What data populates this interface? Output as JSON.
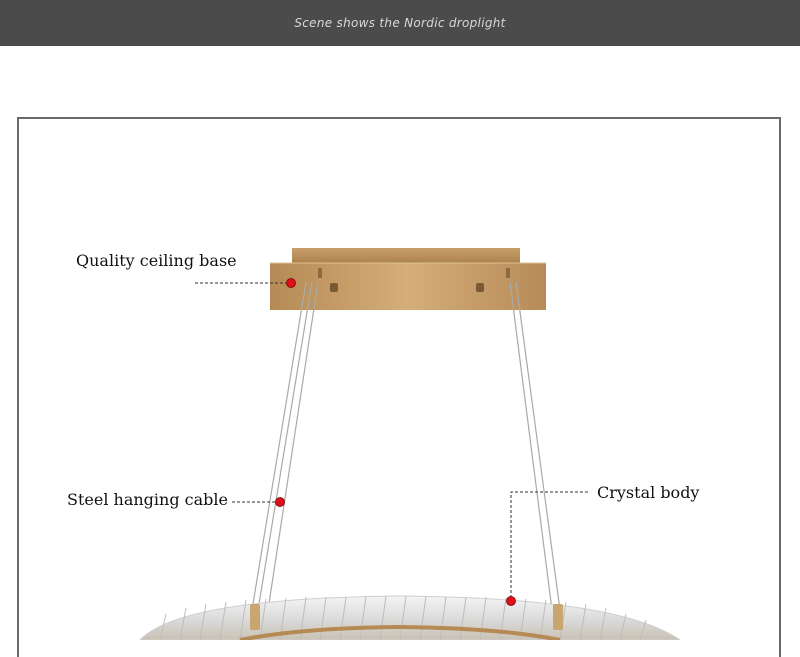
{
  "banner": {
    "caption": "Scene shows the Nordic droplight"
  },
  "callouts": {
    "ceiling_base": "Quality ceiling base",
    "hanging_cable": "Steel hanging cable",
    "crystal_body": "Crystal body"
  },
  "colors": {
    "banner_bg": "#4b4b4b",
    "brass": "#c49a62",
    "marker": "#e0101a"
  }
}
